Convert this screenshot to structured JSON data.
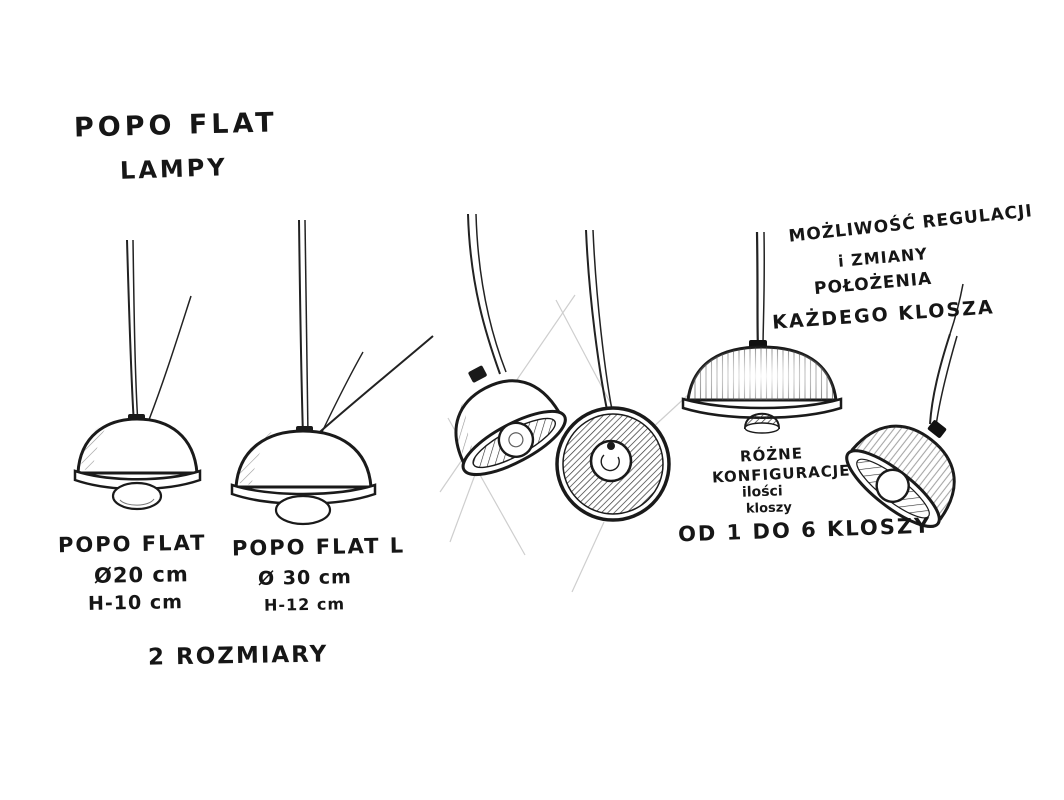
{
  "title": {
    "line1": "POPO FLAT",
    "line2": "LAMPY"
  },
  "lamps": [
    {
      "name": "POPO FLAT",
      "diameter": "Ø20 cm",
      "height": "H-10 cm"
    },
    {
      "name": "POPO FLAT L",
      "diameter": "Ø 30 cm",
      "height": "H-12 cm"
    }
  ],
  "notes": {
    "sizes": "2 ROZMIARY",
    "adjust_line1": "MOŻLIWOŚĆ REGULACJI",
    "adjust_line2": "i ZMIANY",
    "adjust_line3": "POŁOŻENIA",
    "adjust_line4": "KAŻDEGO KLOSZA",
    "config_line1": "RÓŻNE",
    "config_line2": "KONFIGURACJE",
    "config_line3": "ilości",
    "config_line4": "kloszy",
    "count": "OD 1 DO 6 KLOSZY"
  },
  "colors": {
    "ink": "#1a1a1a",
    "paper": "#ffffff",
    "construction": "#c6c6c6"
  }
}
